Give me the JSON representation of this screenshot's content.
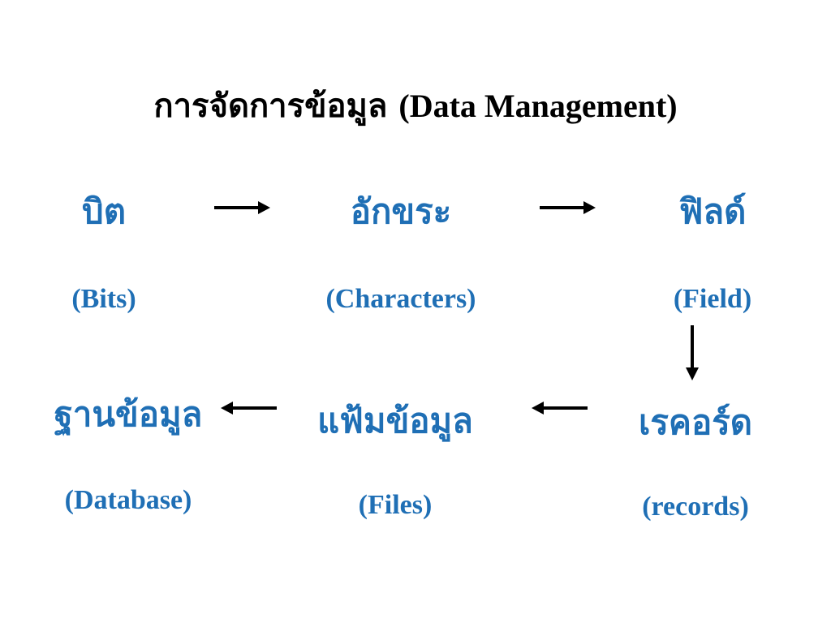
{
  "title": {
    "thai": "การจัดการข้อมูล",
    "english": "(Data  Management)"
  },
  "nodes": {
    "bits": {
      "thai": "บิต",
      "english": "(Bits)"
    },
    "characters": {
      "thai": "อักขระ",
      "english": "(Characters)"
    },
    "field": {
      "thai": "ฟิลด์",
      "english": "(Field)"
    },
    "records": {
      "thai": "เรคอร์ด",
      "english": "(records)"
    },
    "files": {
      "thai": "แฟ้มข้อมูล",
      "english": "(Files)"
    },
    "database": {
      "thai": "ฐานข้อมูล",
      "english": "(Database)"
    }
  },
  "colors": {
    "label": "#1f6fb5",
    "title": "#000000",
    "arrow": "#000000"
  }
}
